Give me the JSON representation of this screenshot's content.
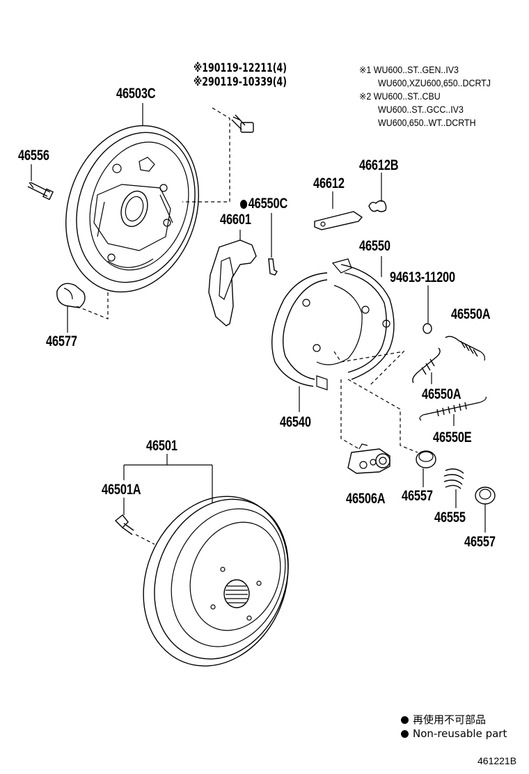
{
  "parts": {
    "p46503C": "46503C",
    "p46556": "46556",
    "p46577": "46577",
    "p46601": "46601",
    "p46550C": "46550C",
    "p46612": "46612",
    "p46612B": "46612B",
    "p46550": "46550",
    "p94613": "94613-11200",
    "p46550A_1": "46550A",
    "p46550A_2": "46550A",
    "p46550E": "46550E",
    "p46540": "46540",
    "p46501": "46501",
    "p46501A": "46501A",
    "p46506A": "46506A",
    "p46557_1": "46557",
    "p46555": "46555",
    "p46557_2": "46557"
  },
  "bolt_notes": {
    "n1": "※190119-12211(4)",
    "n2": "※290119-10339(4)"
  },
  "applicability": {
    "a1_mark": "※1",
    "a1_l1": "WU600..ST..GEN..IV3",
    "a1_l2": "WU600,XZU600,650..DCRTJ",
    "a2_mark": "※2",
    "a2_l1": "WU600..ST..CBU",
    "a2_l2": "WU600..ST..GCC..IV3",
    "a2_l3": "WU600,650..WT..DCRTH"
  },
  "legend": {
    "line_jp": "再使用不可部品",
    "line_en": "Non-reusable part"
  },
  "figure_id": "461221B"
}
